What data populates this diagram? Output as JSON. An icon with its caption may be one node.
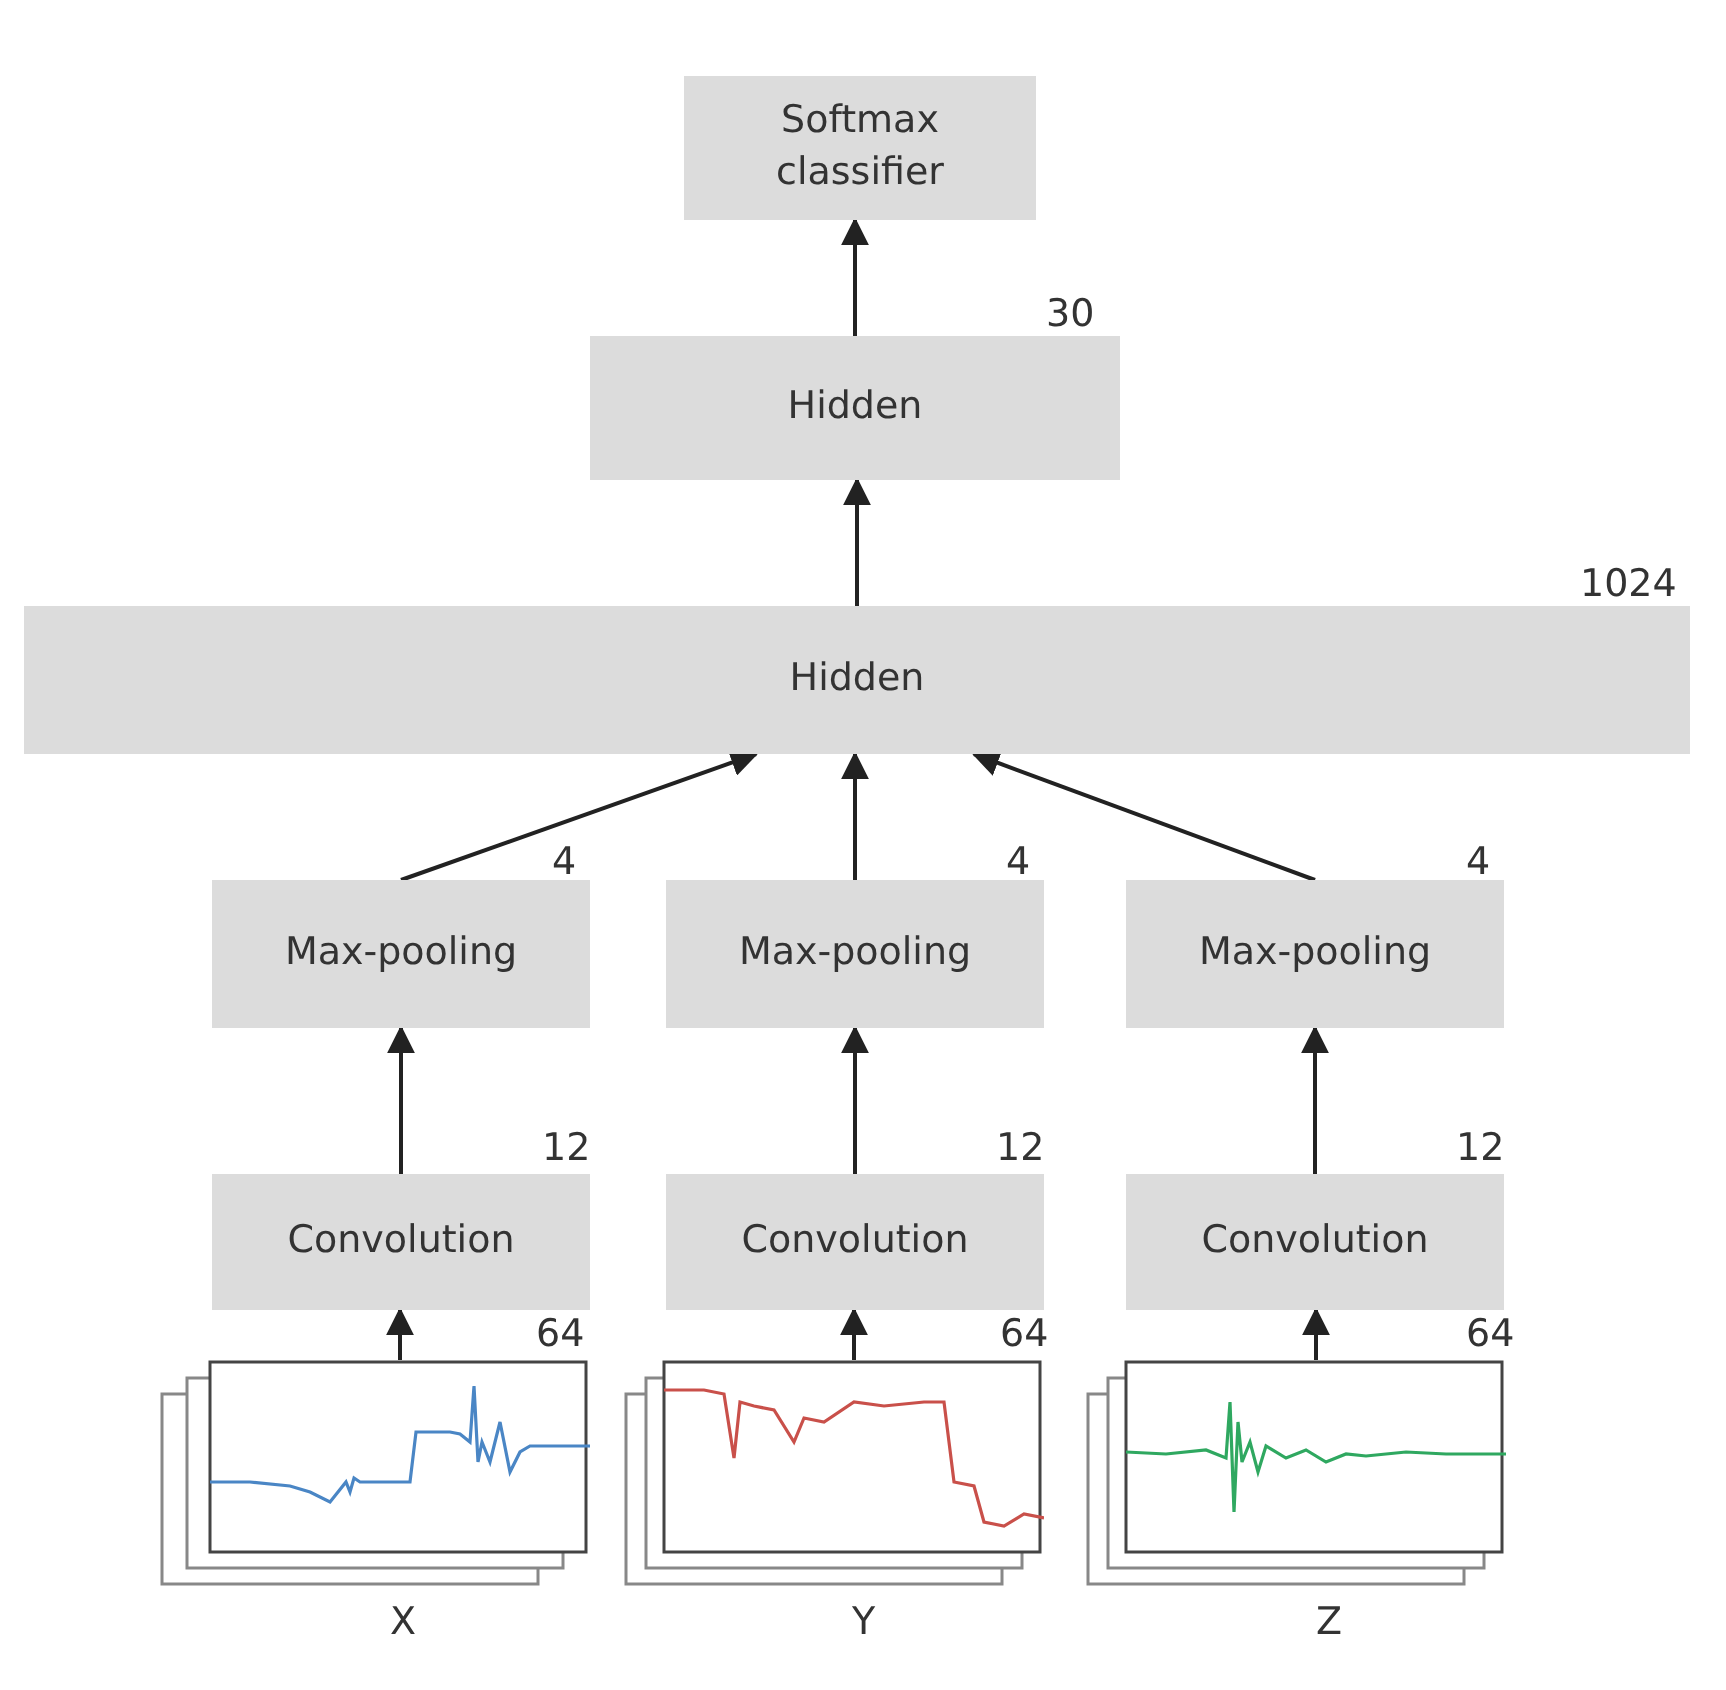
{
  "diagram": {
    "nodes": [
      {
        "text": [
          "Softmax classifier"
        ]
      },
      {
        "text": [
          "Hidden"
        ],
        "beside": [
          "30"
        ]
      },
      {
        "text": [
          "Hidden"
        ],
        "beside": [
          "1024"
        ]
      },
      {
        "text": [
          "Max-pooling"
        ],
        "beside": [
          "4"
        ]
      },
      {
        "text": [
          "Max-pooling"
        ],
        "beside": [
          "4"
        ]
      },
      {
        "text": [
          "Max-pooling"
        ],
        "beside": [
          "4"
        ]
      },
      {
        "text": [
          "Convolution"
        ],
        "beside": [
          "12"
        ]
      },
      {
        "text": [
          "Convolution"
        ],
        "beside": [
          "12"
        ]
      },
      {
        "text": [
          "Convolution"
        ],
        "beside": [
          "12"
        ]
      },
      {
        "text": [],
        "shape": "picture",
        "beside": [
          "64",
          "X"
        ]
      },
      {
        "text": [],
        "shape": "picture",
        "beside": [
          "64",
          "Y"
        ]
      },
      {
        "text": [],
        "shape": "picture",
        "beside": [
          "64",
          "Z"
        ]
      }
    ],
    "edges": [
      {
        "from": 1,
        "to": 0,
        "arrow": "to"
      },
      {
        "from": 2,
        "to": 1,
        "arrow": "to"
      },
      {
        "from": 3,
        "to": 2,
        "arrow": "to"
      },
      {
        "from": 4,
        "to": 2,
        "arrow": "to"
      },
      {
        "from": 5,
        "to": 2,
        "arrow": "to"
      },
      {
        "from": 6,
        "to": 3,
        "arrow": "to"
      },
      {
        "from": 7,
        "to": 4,
        "arrow": "to"
      },
      {
        "from": 8,
        "to": 5,
        "arrow": "to"
      },
      {
        "from": 9,
        "to": 6,
        "arrow": "to"
      },
      {
        "from": 10,
        "to": 7,
        "arrow": "to"
      },
      {
        "from": 11,
        "to": 8,
        "arrow": "to"
      }
    ]
  }
}
